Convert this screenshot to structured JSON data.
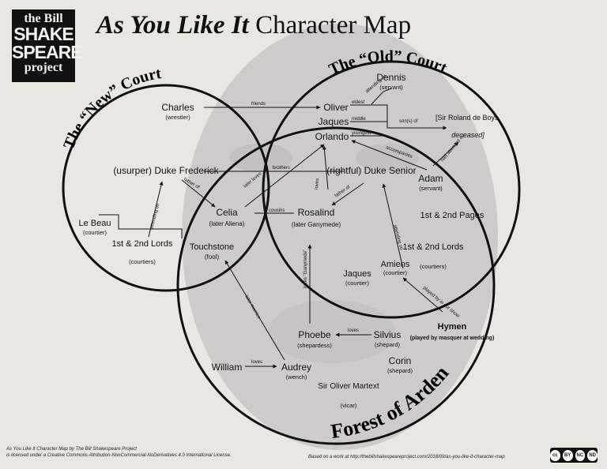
{
  "logo": {
    "line1": "the Bill",
    "line2": "SHAKE",
    "line3": "SPEARE",
    "line4": "project"
  },
  "title": {
    "italic": "As You Like It",
    "rest": " Character Map"
  },
  "regions": {
    "new_court": "The “New” Court",
    "old_court": "The “Old” Court",
    "forest": "Forest of Arden"
  },
  "characters": [
    {
      "id": "charles",
      "name": "Charles",
      "role": "(wrestler)"
    },
    {
      "id": "oliver",
      "name": "Oliver",
      "role": ""
    },
    {
      "id": "dennis",
      "name": "Dennis",
      "role": "(servant)"
    },
    {
      "id": "jaques_bois",
      "name": "Jaques",
      "role": ""
    },
    {
      "id": "orlando",
      "name": "Orlando",
      "role": ""
    },
    {
      "id": "sir_roland",
      "name": "[Sir Roland de Boys,",
      "role": "deceased]"
    },
    {
      "id": "frederick",
      "name": "(usurper) Duke Frederick",
      "role": ""
    },
    {
      "id": "senior",
      "name": "(rightful) Duke Senior",
      "role": ""
    },
    {
      "id": "adam",
      "name": "Adam",
      "role": "(servant)"
    },
    {
      "id": "celia",
      "name": "Celia",
      "role": "(later Aliena)"
    },
    {
      "id": "rosalind",
      "name": "Rosalind",
      "role": "(later Ganymede)"
    },
    {
      "id": "lebeau",
      "name": "Le Beau",
      "role": "(courtier)"
    },
    {
      "id": "lords_new",
      "name": "1st & 2nd Lords",
      "role": "(courtiers)"
    },
    {
      "id": "touchstone",
      "name": "Touchstone",
      "role": "(fool)"
    },
    {
      "id": "pages",
      "name": "1st & 2nd Pages",
      "role": ""
    },
    {
      "id": "lords_old",
      "name": "1st & 2nd Lords",
      "role": "(courtiers)"
    },
    {
      "id": "amiens",
      "name": "Amiens",
      "role": "(courtier)"
    },
    {
      "id": "jaques_court",
      "name": "Jaques",
      "role": "(courtier)"
    },
    {
      "id": "hymen",
      "name": "Hymen",
      "role": "(played by masquer at wedding)"
    },
    {
      "id": "phoebe",
      "name": "Phoebe",
      "role": "(shepardess)"
    },
    {
      "id": "silvius",
      "name": "Silvius",
      "role": "(shepard)"
    },
    {
      "id": "corin",
      "name": "Corin",
      "role": "(shepard)"
    },
    {
      "id": "william",
      "name": "William",
      "role": ""
    },
    {
      "id": "audrey",
      "name": "Audrey",
      "role": "(wench)"
    },
    {
      "id": "martext",
      "name": "Sir Oliver Martext",
      "role": "(vicar)"
    }
  ],
  "relations": [
    {
      "label": "friends"
    },
    {
      "label": "attending on"
    },
    {
      "label": "eldest"
    },
    {
      "label": "middle"
    },
    {
      "label": "youngest"
    },
    {
      "label": "son(s) of"
    },
    {
      "label": "accompanies"
    },
    {
      "label": "had attended on"
    },
    {
      "label": "brothers"
    },
    {
      "label": "attending on"
    },
    {
      "label": "father of"
    },
    {
      "label": "later loves"
    },
    {
      "label": "father of"
    },
    {
      "label": "loves"
    },
    {
      "label": "attending on"
    },
    {
      "label": "cousins"
    },
    {
      "label": "loves “Ganymede”"
    },
    {
      "label": "later marries"
    },
    {
      "label": "loves"
    },
    {
      "label": "loves"
    },
    {
      "label": "played by in our show"
    }
  ],
  "footer": {
    "left1": "As You Like It Character Map by The Bill Shakespeare Project",
    "left2": "is licensed under a Creative Commons Attribution-NonCommercial-NoDerivatives 4.0 International License.",
    "right": "Based on a work at http://thebillshakespeareproject.com/2018/09/as-you-like-it-character-map"
  },
  "license_badge": "cc BY NC ND"
}
